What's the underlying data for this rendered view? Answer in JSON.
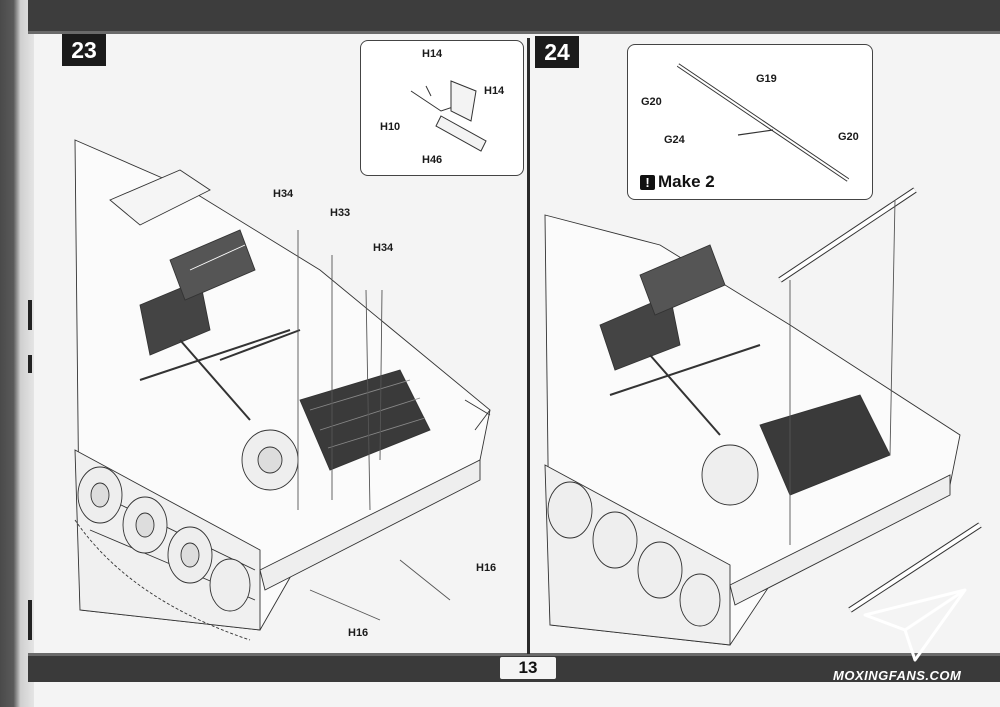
{
  "page": {
    "number": "13"
  },
  "step23": {
    "number": "23",
    "inset_labels": {
      "h14_top": "H14",
      "h14_right": "H14",
      "h10": "H10",
      "h46": "H46"
    },
    "labels": {
      "h34_a": "H34",
      "h33": "H33",
      "h34_b": "H34",
      "h16_a": "H16",
      "h16_b": "H16"
    }
  },
  "step24": {
    "number": "24",
    "inset_labels": {
      "g20_a": "G20",
      "g19": "G19",
      "g24": "G24",
      "g20_b": "G20"
    },
    "note": {
      "icon": "!",
      "text": "Make 2"
    }
  },
  "watermark": {
    "text": "MOXINGFANS.COM"
  },
  "icons": [
    "paper-plane-logo-icon"
  ]
}
